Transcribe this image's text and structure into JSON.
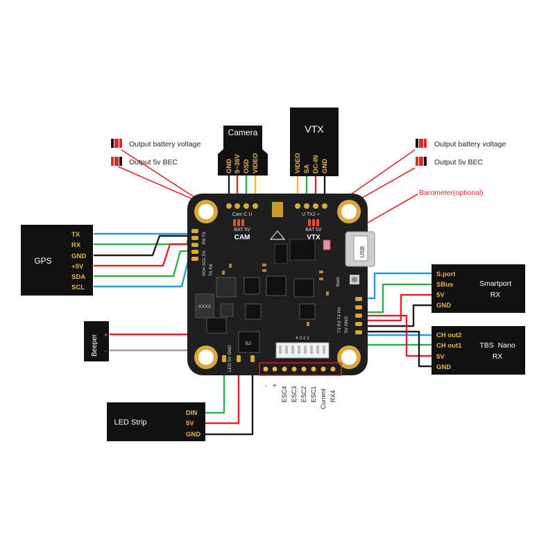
{
  "camera": {
    "title": "Camera",
    "pins": [
      "GND",
      "5~36V",
      "OSD",
      "VIDEO"
    ]
  },
  "vtx": {
    "title": "VTX",
    "pins": [
      "VIDEO",
      "SA",
      "DC-IN",
      "GND"
    ]
  },
  "legend_left": {
    "battery": "Output battery voltage",
    "bec": "Output 5v BEC"
  },
  "legend_right": {
    "battery": "Output battery voltage",
    "bec": "Output 5v BEC"
  },
  "barometer_note": "Barometer(optional)",
  "gps": {
    "title": "GPS",
    "pins": [
      "TX",
      "RX",
      "GND",
      "+5V",
      "SDA",
      "SCL"
    ]
  },
  "beeper": {
    "title": "Beeper",
    "pins": [
      "+",
      "-"
    ]
  },
  "led_strip": {
    "title": "LED Strip",
    "pins": [
      "DIN",
      "5V",
      "GND"
    ]
  },
  "smartport": {
    "title_line1": "Smartport",
    "title_line2": "RX",
    "pins": [
      "S.port",
      "SBus",
      "5V",
      "GND"
    ]
  },
  "tbs": {
    "title_line1": "TBS  Nano",
    "title_line2": "RX",
    "pins": [
      "CH out2",
      "CH out1",
      "5V",
      "GND"
    ]
  },
  "board": {
    "cam_label": "CAM",
    "vtx_label": "VTX",
    "cam_jumper": "BAT 5V",
    "vtx_jumper": "BAT 5V",
    "usb_label": "USB",
    "boot_label": "Boot",
    "cam_pad_row": "Cam C U",
    "vtx_pad_row": "U TX2 +",
    "gps_pad_col": "R6 T6",
    "gps_pad_col2": "SDA SCL 5V",
    "gps_pad_col3": "T6 R6",
    "right_pad_col": "T3 R3 T4 R4",
    "right_pad_col2": "5V GND",
    "bottom_left_pads": "LED 5V GND",
    "buzzer_label": "BZ-",
    "ic_label": "XXXX"
  },
  "bottom_connector": {
    "pins": [
      "-",
      "+",
      "ESC4",
      "ESC3",
      "ESC2",
      "ESC1",
      "Current",
      "RX4"
    ],
    "numbers": "4 3 2 1"
  },
  "colors": {
    "wire_red": "#e0202a",
    "wire_black": "#1a1a1a",
    "wire_green": "#2bb34a",
    "wire_blue": "#1f9be0",
    "wire_yellow": "#f0c020",
    "pcb": "#1e1e1e",
    "pad_gold": "#d9a93a",
    "label_gold": "#e8b64a",
    "note_red": "#d82b2b"
  }
}
